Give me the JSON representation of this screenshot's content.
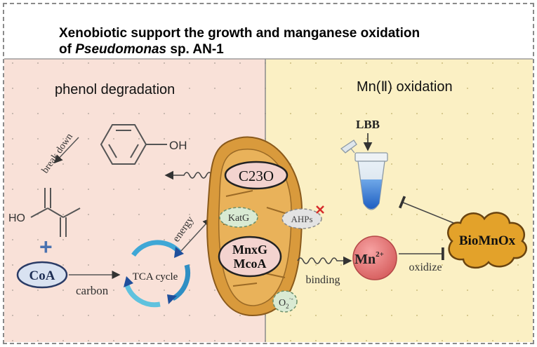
{
  "title": {
    "line1": "Xenobiotic support the growth and manganese oxidation",
    "line2_italic": "Pseudomonas",
    "line2_prefix": "of ",
    "line2_suffix": " sp. AN-1"
  },
  "left_panel": {
    "heading": "phenol degradation",
    "oh_label": "OH",
    "ho_label": "HO",
    "break_down_label": "break down",
    "plus_sign": "+",
    "coa_label": "CoA",
    "carbon_label": "carbon",
    "tca_label": "TCA cycle",
    "energy_label": "energy",
    "background_color": "#f9e1d8"
  },
  "center": {
    "c23o_label": "C23O",
    "katg_label": "KatG",
    "ahps_label": "AHPs",
    "mnxg_label": "MnxG",
    "mcoa_label": "McoA",
    "o2_label": "O",
    "o2_sub": "2",
    "o2_sup": "·-",
    "mito_color": "#d99a3c"
  },
  "right_panel": {
    "heading": "Mn(Ⅱ) oxidation",
    "lbb_label": "LBB",
    "mn_label": "Mn",
    "mn_sup": "2+",
    "binding_label": "binding",
    "oxidize_label": "oxidize",
    "biomnox_label": "BioMnOx",
    "background_color": "#fbf0c4"
  }
}
